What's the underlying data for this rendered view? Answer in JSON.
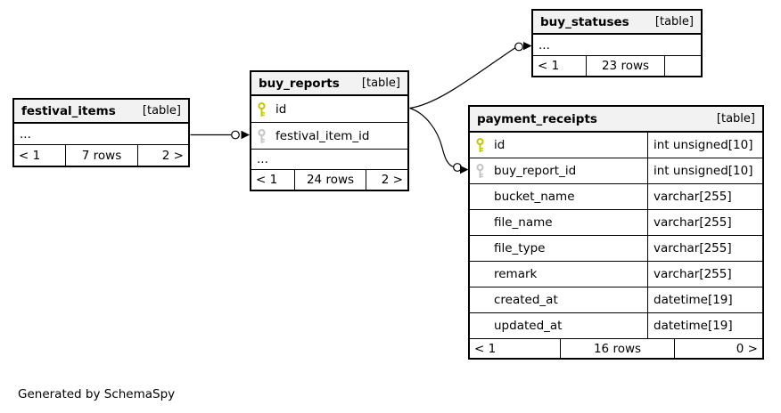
{
  "diagram": {
    "credit": "Generated by SchemaSpy"
  },
  "colors": {
    "primary_key_icon": "#c8c800",
    "foreign_key_icon": "#c6c6c6",
    "table_header_bg": "#f2f2f2",
    "border": "#000000",
    "background": "#ffffff"
  },
  "tables": {
    "festival_items": {
      "name": "festival_items",
      "tag": "[table]",
      "collapsed": "...",
      "footer": {
        "prev": "< 1",
        "rows": "7 rows",
        "next": "2 >"
      }
    },
    "buy_reports": {
      "name": "buy_reports",
      "tag": "[table]",
      "columns": [
        {
          "name": "id",
          "key": "primary"
        },
        {
          "name": "festival_item_id",
          "key": "foreign"
        }
      ],
      "collapsed": "...",
      "footer": {
        "prev": "< 1",
        "rows": "24 rows",
        "next": "2 >"
      }
    },
    "buy_statuses": {
      "name": "buy_statuses",
      "tag": "[table]",
      "collapsed": "...",
      "footer": {
        "prev": "< 1",
        "rows": "23 rows",
        "next": ""
      }
    },
    "payment_receipts": {
      "name": "payment_receipts",
      "tag": "[table]",
      "columns": [
        {
          "name": "id",
          "type": "int unsigned[10]",
          "key": "primary"
        },
        {
          "name": "buy_report_id",
          "type": "int unsigned[10]",
          "key": "foreign"
        },
        {
          "name": "bucket_name",
          "type": "varchar[255]"
        },
        {
          "name": "file_name",
          "type": "varchar[255]"
        },
        {
          "name": "file_type",
          "type": "varchar[255]"
        },
        {
          "name": "remark",
          "type": "varchar[255]"
        },
        {
          "name": "created_at",
          "type": "datetime[19]"
        },
        {
          "name": "updated_at",
          "type": "datetime[19]"
        }
      ],
      "footer": {
        "prev": "< 1",
        "rows": "16 rows",
        "next": "0 >"
      }
    }
  }
}
